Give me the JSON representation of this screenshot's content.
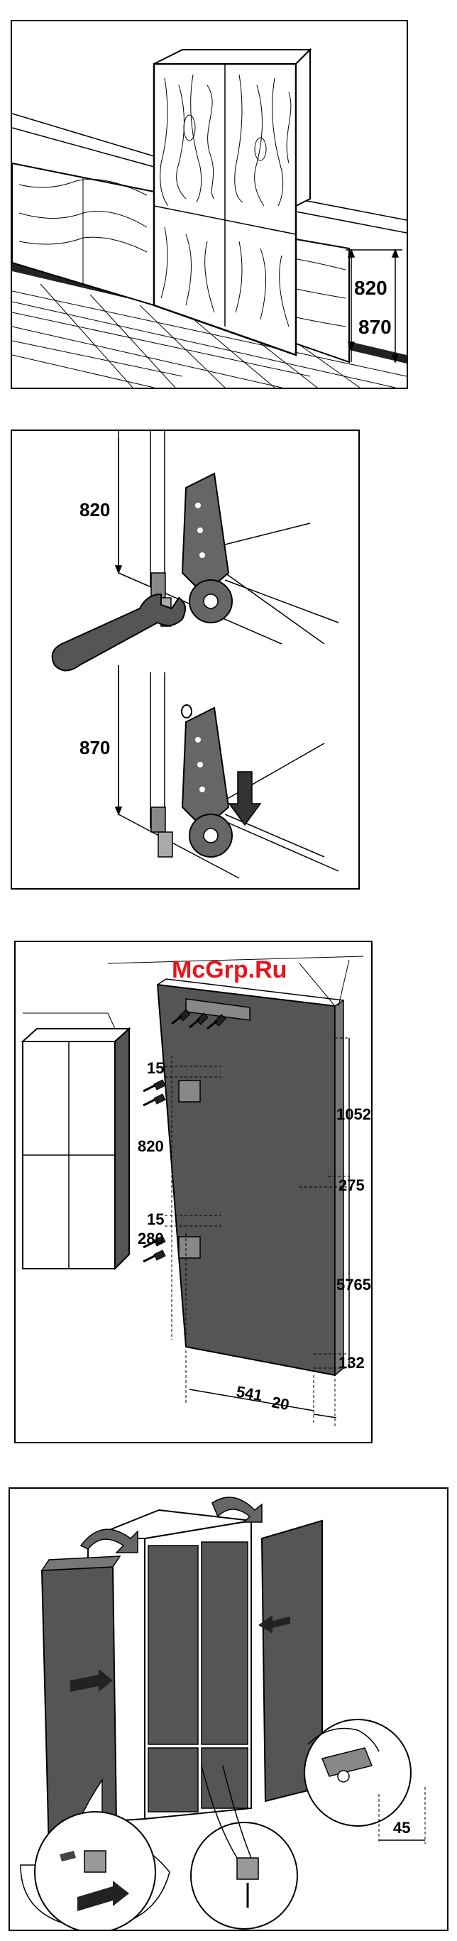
{
  "watermark": "McGrp.Ru",
  "panel1": {
    "dims": [
      "820",
      "870"
    ]
  },
  "panel2": {
    "dims": [
      "820",
      "870"
    ]
  },
  "panel3": {
    "dims": [
      "15",
      "820",
      "15",
      "280",
      "1052",
      "275",
      "5765",
      "132",
      "541",
      "20"
    ]
  },
  "panel4": {
    "dims": [
      "45"
    ]
  },
  "colors": {
    "panel_fill": "#555555",
    "line": "#000000",
    "watermark": "#e8141b"
  }
}
